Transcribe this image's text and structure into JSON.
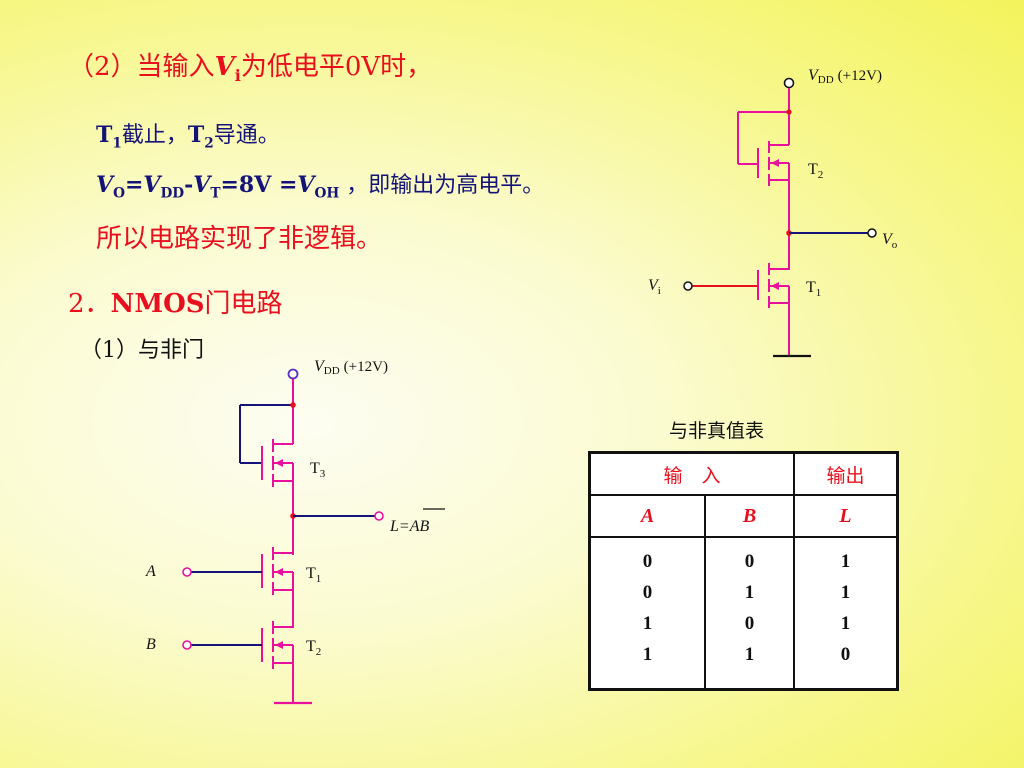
{
  "case2": {
    "p1": "（2）当输入",
    "v": "V",
    "v_sub": "i",
    "p2": "为低电平0V时，"
  },
  "state_line": {
    "t1": "T",
    "t1_sub": "1",
    "mid": "截止，",
    "t2": "T",
    "t2_sub": "2",
    "end": "导通。"
  },
  "vo_line": {
    "vo": "V",
    "vo_sub": "O",
    "eq1": "=",
    "vdd": "V",
    "vdd_sub": "DD",
    "minus": "-",
    "vt": "V",
    "vt_sub": "T",
    "eq2": "=8V =",
    "voh": "V",
    "voh_sub": "OH",
    "tail": " ，即输出为高电平。"
  },
  "conclusion": "所以电路实现了非逻辑。",
  "section": {
    "prefix": "2．",
    "name": "NMOS",
    "suffix": "门电路"
  },
  "subsection": "（1）与非门",
  "inverter_circuit": {
    "vdd_v": "V",
    "vdd_sub": "DD",
    "vdd_value": "(+12V)",
    "t2": "T",
    "t2_sub": "2",
    "vo": "V",
    "vo_sub": "o",
    "vi": "V",
    "vi_sub": "i",
    "t1": "T",
    "t1_sub": "1"
  },
  "nand_circuit": {
    "vdd_v": "V",
    "vdd_sub": "DD",
    "vdd_value": "(+12V)",
    "t3": "T",
    "t3_sub": "3",
    "output_label": "L=AB",
    "input_a": "A",
    "t1": "T",
    "t1_sub": "1",
    "input_b": "B",
    "t2": "T",
    "t2_sub": "2"
  },
  "truth_table": {
    "title": "与非真值表",
    "group_input": "输　入",
    "group_output": "输出",
    "columns": [
      "A",
      "B",
      "L"
    ],
    "A": [
      "0",
      "0",
      "1",
      "1"
    ],
    "B": [
      "0",
      "1",
      "0",
      "1"
    ],
    "L": [
      "1",
      "1",
      "1",
      "0"
    ]
  },
  "colors": {
    "heading_red": "#e8101e",
    "body_navy": "#13137a",
    "wire_magenta": "#e8109c",
    "wire_navy": "#13137a",
    "node_red": "#e8101e"
  }
}
